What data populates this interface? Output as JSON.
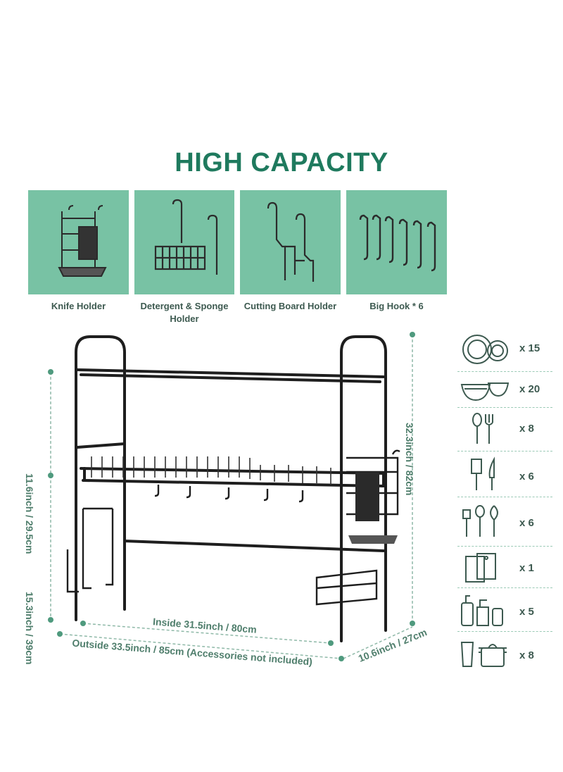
{
  "title": "HIGH CAPACITY",
  "accessories": [
    {
      "label": "Knife Holder",
      "icon": "knife-holder-image"
    },
    {
      "label": "Detergent & Sponge Holder",
      "icon": "detergent-sponge-holder-image"
    },
    {
      "label": "Cutting Board Holder",
      "icon": "cutting-board-holder-image"
    },
    {
      "label": "Big Hook * 6",
      "icon": "big-hook-image"
    }
  ],
  "dimensions": {
    "upper_height": "11.6inch / 29.5cm",
    "lower_height": "15.3inch / 39cm",
    "total_height": "32.3inch / 82cm",
    "inside_width": "Inside 31.5inch / 80cm",
    "outside_width": "Outside 33.5inch / 85cm (Accessories not included)",
    "depth": "10.6inch / 27cm"
  },
  "capacity": [
    {
      "icon": "plates-icon",
      "qty": "x 15"
    },
    {
      "icon": "bowls-icon",
      "qty": "x 20"
    },
    {
      "icon": "spoon-fork-icon",
      "qty": "x 8"
    },
    {
      "icon": "knives-icon",
      "qty": "x 6"
    },
    {
      "icon": "kitchen-utensils-icon",
      "qty": "x 6"
    },
    {
      "icon": "cutting-boards-icon",
      "qty": "x 1"
    },
    {
      "icon": "detergent-bottles-icon",
      "qty": "x 5"
    },
    {
      "icon": "cup-pot-icon",
      "qty": "x 8"
    }
  ],
  "colors": {
    "accent": "#1f7a5e",
    "tile_bg": "#78c2a4",
    "dimension_text": "#4f7e6c"
  }
}
